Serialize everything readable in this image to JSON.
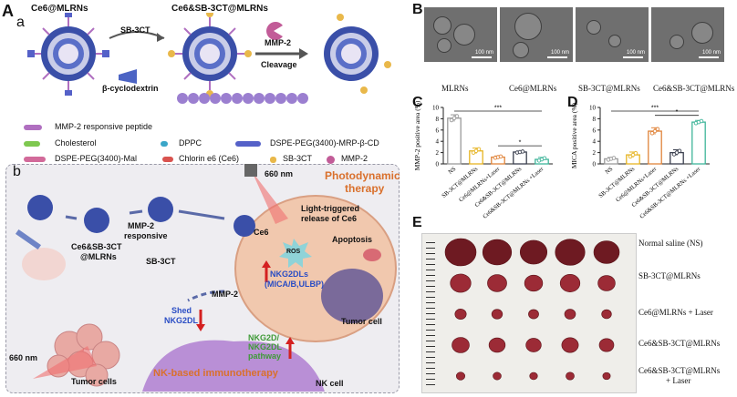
{
  "panel_labels": {
    "A": "A",
    "a": "a",
    "b": "b",
    "B": "B",
    "C": "C",
    "D": "D",
    "E": "E"
  },
  "panel_a": {
    "ce6_mlrns": "Ce6@MLRNs",
    "ce6_sb_mlrns": "Ce6&SB-3CT@MLRNs",
    "sb3ct": "SB-3CT",
    "beta_cd": "β-cyclodextrin",
    "mmp2": "MMP-2",
    "cleavage": "Cleavage",
    "legend": [
      {
        "label": "MMP-2 responsive peptide",
        "color": "#b06fc0"
      },
      {
        "label": "Cholesterol",
        "color": "#7ec84f"
      },
      {
        "label": "DPPC",
        "color": "#3aa6c8"
      },
      {
        "label": "DSPE-PEG(3400)-MRP-β-CD",
        "color": "#5561c8"
      },
      {
        "label": "DSPE-PEG(3400)-Mal",
        "color": "#d26a9a"
      },
      {
        "label": "Chlorin e6 (Ce6)",
        "color": "#d9534f"
      },
      {
        "label": "SB-3CT",
        "color": "#e9b84a"
      },
      {
        "label": "MMP-2",
        "color": "#c25c98"
      }
    ]
  },
  "panel_b": {
    "nm660_top": "660 nm",
    "nm660_bottom": "660 nm",
    "photodynamic": "Photodynamic",
    "therapy": "therapy",
    "ce6_sb_mlrns_l1": "Ce6&SB-3CT",
    "ce6_sb_mlrns_l2": "@MLRNs",
    "mmp2_responsive_l1": "MMP-2",
    "mmp2_responsive_l2": "responsive",
    "sb3ct": "SB-3CT",
    "ce6": "Ce6",
    "light_l1": "Light-triggered",
    "light_l2": "release of Ce6",
    "ros": "ROS",
    "apoptosis": "Apoptosis",
    "nkg2dls_l1": "NKG2DLs",
    "nkg2dls_l2": "(MICA/B,ULBP)",
    "mmp2": "MMP-2",
    "shed_l1": "Shed",
    "shed_l2": "NKG2DL",
    "pathway_l1": "NKG2D/",
    "pathway_l2": "NKG2DL",
    "pathway_l3": "pathway",
    "tumor_cell": "Tumor cell",
    "tumor_cells": "Tumor cells",
    "nk_cell": "NK cell",
    "nk_immuno": "NK-based immunotherapy"
  },
  "panel_B": {
    "images": [
      {
        "caption": "MLRNs",
        "scale": "100 nm"
      },
      {
        "caption": "Ce6@MLRNs",
        "scale": "100 nm"
      },
      {
        "caption": "SB-3CT@MLRNs",
        "scale": "100 nm"
      },
      {
        "caption": "Ce6&SB-3CT@MLRNs",
        "scale": "100 nm"
      }
    ]
  },
  "chart_data": [
    {
      "panel": "C",
      "type": "bar",
      "ylabel": "MMP-2 positive area (%)",
      "ylim": [
        0,
        10
      ],
      "yticks": [
        "0",
        "2",
        "4",
        "6",
        "8",
        "10"
      ],
      "categories": [
        "NS",
        "SB-3CT@MLRNs",
        "Ce6@MLRNs+Laser",
        "Ce6&SB-3CT@MLRNs",
        "Ce6&SB-3CT@MLRNs +Laser"
      ],
      "values": [
        8.1,
        2.3,
        1.2,
        2.1,
        0.8
      ],
      "errors": [
        0.6,
        0.5,
        0.2,
        0.15,
        0.35
      ],
      "colors": [
        "#9a9a9a",
        "#e6b422",
        "#e0843a",
        "#3a3f4e",
        "#3fb59a"
      ],
      "significance": [
        "***",
        "*"
      ]
    },
    {
      "panel": "D",
      "type": "bar",
      "ylabel": "MICA positive area (%)",
      "ylim": [
        0,
        10
      ],
      "yticks": [
        "0",
        "2",
        "4",
        "6",
        "8",
        "10"
      ],
      "categories": [
        "NS",
        "SB-3CT@MLRNs",
        "Ce6@MLRNs+Laser",
        "Ce6&SB-3CT@MLRNs",
        "Ce6&SB-3CT@MLRNs +Laser"
      ],
      "values": [
        0.9,
        1.6,
        5.8,
        2.0,
        7.4
      ],
      "errors": [
        0.25,
        0.5,
        0.6,
        0.5,
        0.3
      ],
      "colors": [
        "#9a9a9a",
        "#e6b422",
        "#e0843a",
        "#3a3f4e",
        "#3fb59a"
      ],
      "significance": [
        "***",
        "*"
      ]
    }
  ],
  "panel_E": {
    "rows": [
      {
        "label_l1": "Normal saline (NS)",
        "label_l2": ""
      },
      {
        "label_l1": "SB-3CT@MLRNs",
        "label_l2": ""
      },
      {
        "label_l1": "Ce6@MLRNs + Laser",
        "label_l2": ""
      },
      {
        "label_l1": "Ce6&SB-3CT@MLRNs",
        "label_l2": ""
      },
      {
        "label_l1": "Ce6&SB-3CT@MLRNs",
        "label_l2": "+ Laser"
      }
    ],
    "tumor_sizes": [
      1.0,
      0.62,
      0.28,
      0.5,
      0.18
    ]
  }
}
